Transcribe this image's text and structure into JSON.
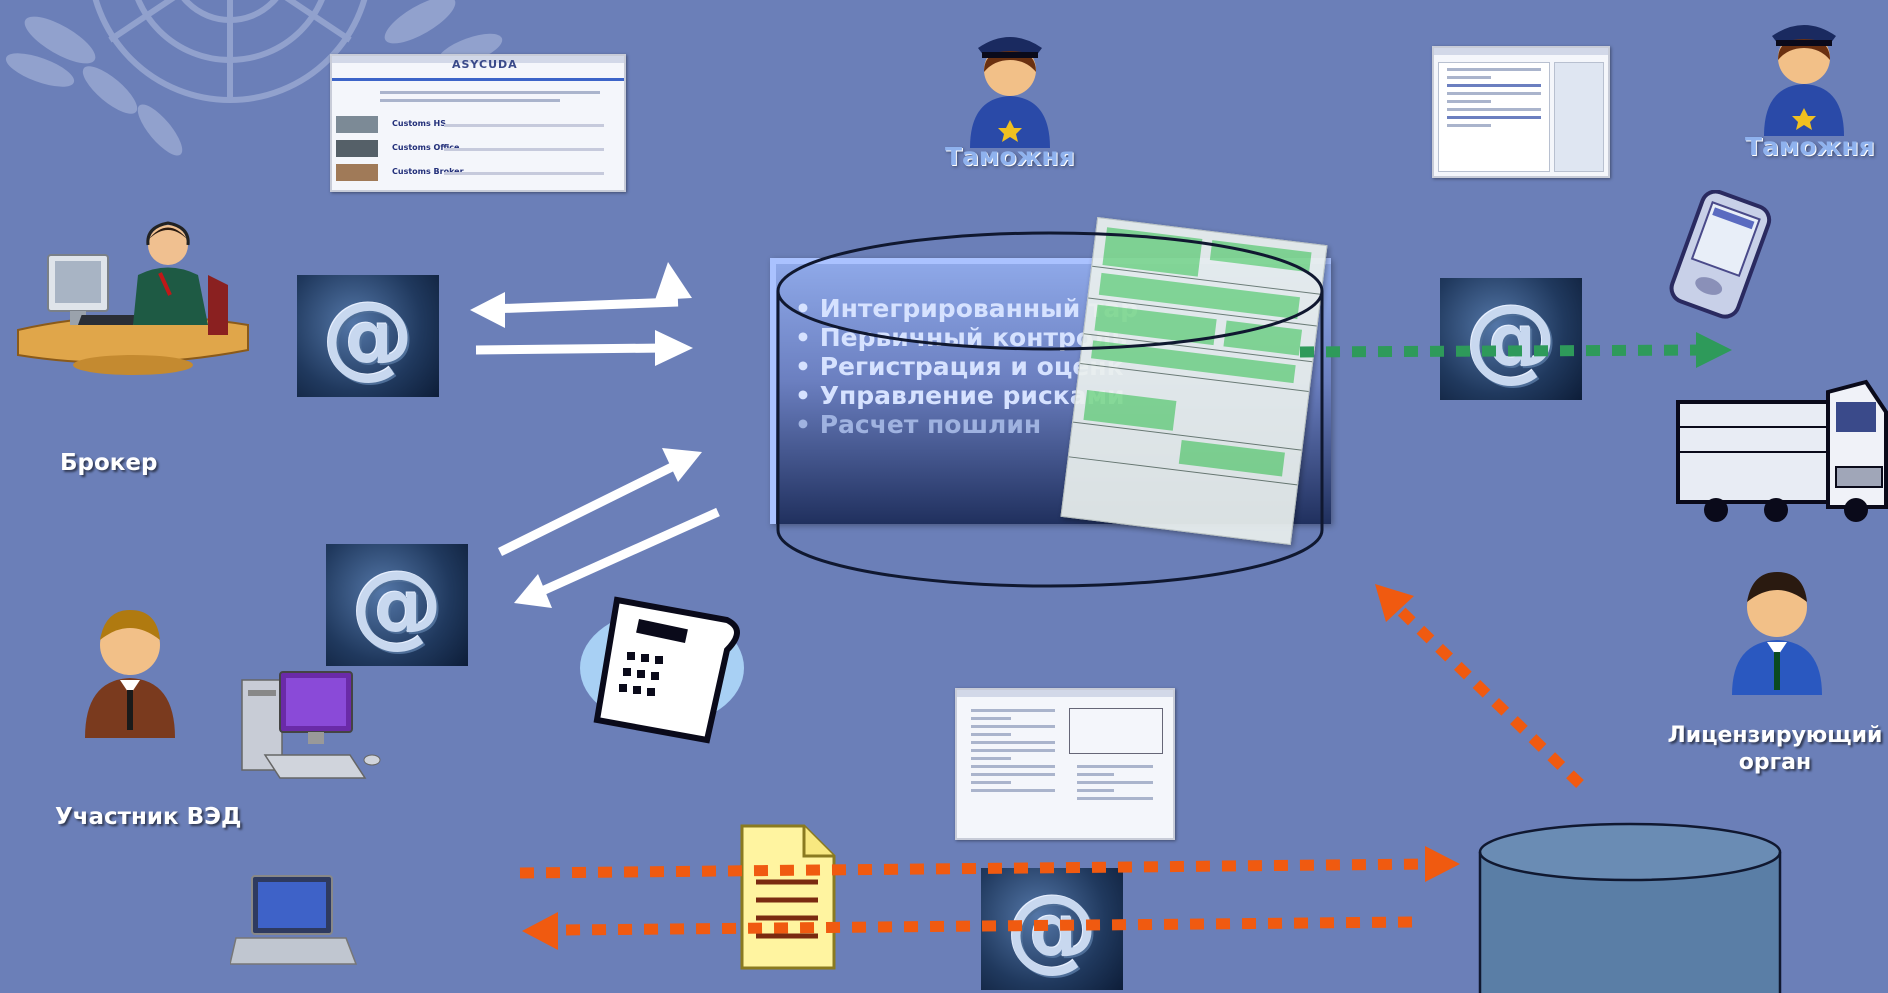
{
  "labels": {
    "broker": "Брокер",
    "trader": "Участник ВЭД",
    "customs_1": "Таможня",
    "customs_2": "Таможня",
    "licensing_line1": "Лицензирующий",
    "licensing_line2": "орган"
  },
  "central_system": {
    "features": [
      "Интегрированный тар",
      "Первичный контроль",
      "Регистрация и оценк",
      "Управление рисками",
      "Расчет пошлин"
    ]
  },
  "screens": {
    "asycuda_title": "ASYCUDA",
    "asycuda_rows": [
      "Customs HS",
      "Customs Office",
      "Customs Broker"
    ]
  },
  "icons": {
    "email": "@",
    "broker": "operator-at-desk-icon",
    "trader": "businessman-icon",
    "customs": "customs-officer-icon",
    "licensing": "official-icon",
    "fax": "fax-icon",
    "document": "document-icon",
    "laptop": "laptop-icon",
    "workstation": "desktop-computer-icon",
    "pda": "pda-icon",
    "truck": "truck-icon",
    "database": "database-cylinder-icon"
  },
  "colors": {
    "background": "#6b7fb8",
    "arrow_white": "#ffffff",
    "arrow_green": "#2e9a5a",
    "arrow_orange": "#f05a10",
    "customs_label": "#8fb2ee"
  }
}
